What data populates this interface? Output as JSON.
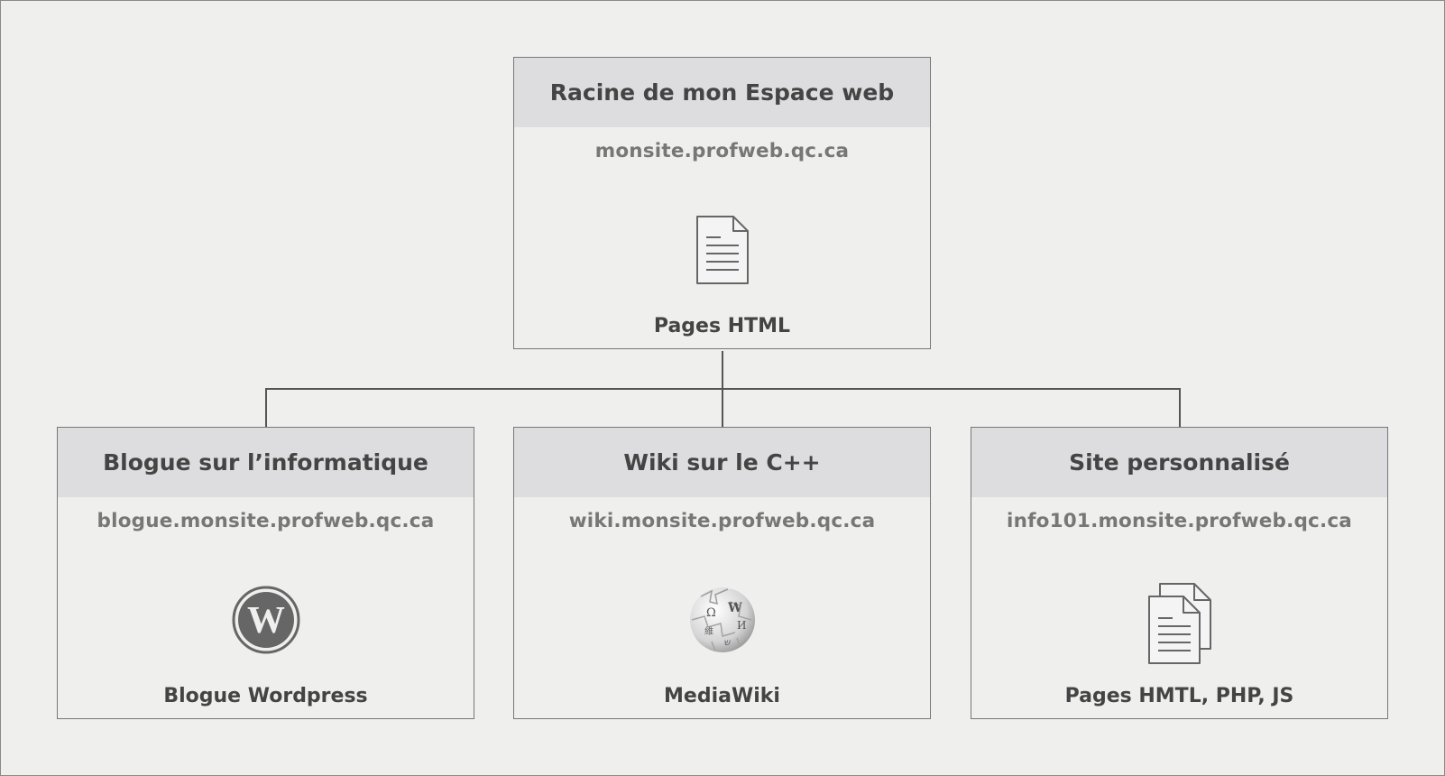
{
  "root": {
    "title": "Racine de mon Espace web",
    "domain": "monsite.profweb.qc.ca",
    "icon": "document-icon",
    "label": "Pages HTML"
  },
  "children": [
    {
      "title": "Blogue sur l’informatique",
      "domain": "blogue.monsite.profweb.qc.ca",
      "icon": "wordpress-icon",
      "label": "Blogue Wordpress"
    },
    {
      "title": "Wiki sur le C++",
      "domain": "wiki.monsite.profweb.qc.ca",
      "icon": "wikipedia-globe-icon",
      "label": "MediaWiki"
    },
    {
      "title": "Site personnalisé",
      "domain": "info101.monsite.profweb.qc.ca",
      "icon": "documents-icon",
      "label": "Pages HMTL, PHP, JS"
    }
  ],
  "colors": {
    "background": "#efefee",
    "header": "#dddddf",
    "border": "#777777",
    "text": "#444444",
    "domain_text": "#777777",
    "icon": "#666666"
  }
}
